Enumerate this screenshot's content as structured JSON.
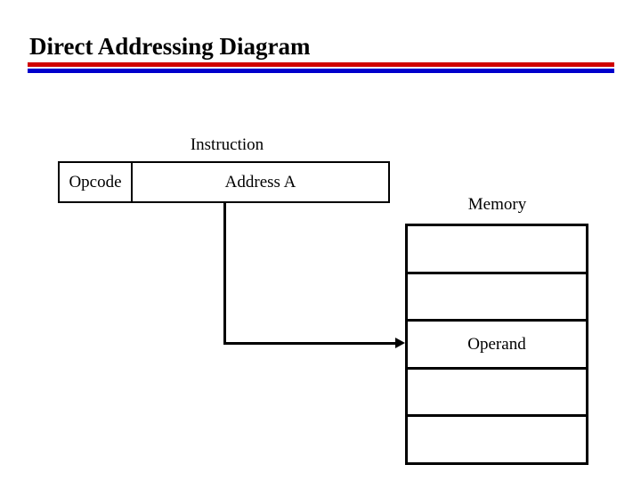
{
  "slide": {
    "title": "Direct Addressing Diagram",
    "accent_rule_top_color": "#d00000",
    "accent_rule_bottom_color": "#0000cc",
    "background_color": "#ffffff",
    "ink_color": "#000000"
  },
  "instruction": {
    "caption": "Instruction",
    "fields": [
      {
        "name": "opcode",
        "label": "Opcode"
      },
      {
        "name": "address",
        "label": "Address A"
      }
    ]
  },
  "memory": {
    "caption": "Memory",
    "cells": [
      {
        "label": ""
      },
      {
        "label": ""
      },
      {
        "label": "Operand"
      },
      {
        "label": ""
      },
      {
        "label": ""
      }
    ]
  },
  "connector": {
    "from": "address-field",
    "to": "memory-cell-3",
    "arrow": "arrow-right-icon"
  }
}
